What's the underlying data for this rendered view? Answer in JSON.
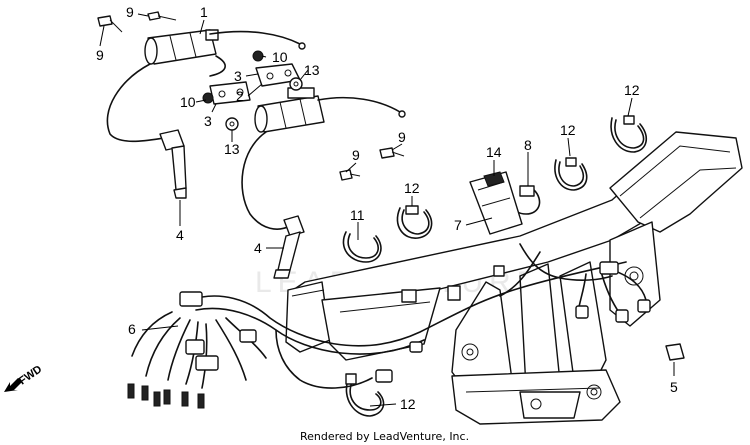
{
  "callouts": [
    {
      "id": "1",
      "text": "1"
    },
    {
      "id": "2",
      "text": "2"
    },
    {
      "id": "3a",
      "text": "3"
    },
    {
      "id": "3b",
      "text": "3"
    },
    {
      "id": "4a",
      "text": "4"
    },
    {
      "id": "4b",
      "text": "4"
    },
    {
      "id": "5",
      "text": "5"
    },
    {
      "id": "6",
      "text": "6"
    },
    {
      "id": "7",
      "text": "7"
    },
    {
      "id": "8",
      "text": "8"
    },
    {
      "id": "9a",
      "text": "9"
    },
    {
      "id": "9b",
      "text": "9"
    },
    {
      "id": "9c",
      "text": "9"
    },
    {
      "id": "9d",
      "text": "9"
    },
    {
      "id": "10a",
      "text": "10"
    },
    {
      "id": "10b",
      "text": "10"
    },
    {
      "id": "11",
      "text": "11"
    },
    {
      "id": "12a",
      "text": "12"
    },
    {
      "id": "12b",
      "text": "12"
    },
    {
      "id": "12c",
      "text": "12"
    },
    {
      "id": "12d",
      "text": "12"
    },
    {
      "id": "13a",
      "text": "13"
    },
    {
      "id": "13b",
      "text": "13"
    },
    {
      "id": "14",
      "text": "14"
    }
  ],
  "direction_label": "FWD",
  "credit": "Rendered by LeadVenture, Inc.",
  "watermark": "LEADVENTURE"
}
